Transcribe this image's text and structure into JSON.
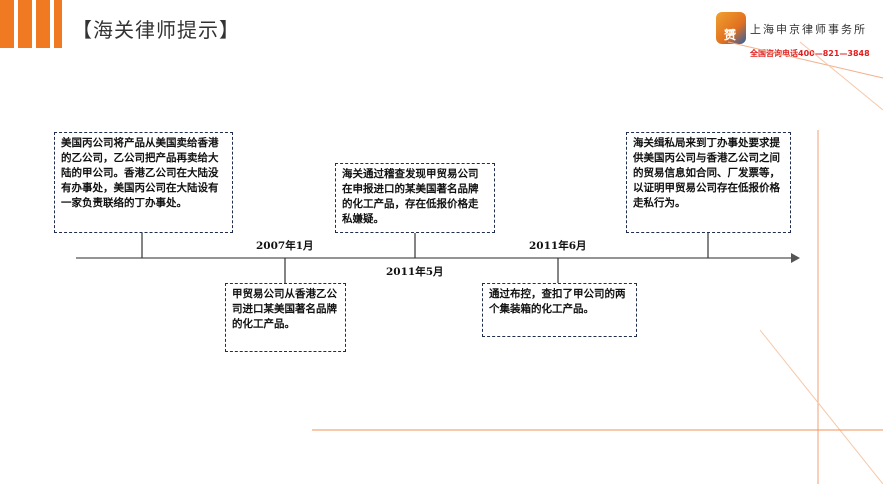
{
  "header": {
    "title": "【海关律师提示】"
  },
  "logo": {
    "mark": "赟",
    "firm_name": "上海申京律师事务所",
    "hotline": "全国咨询电话400—821—3848"
  },
  "colors": {
    "accent": "#f07a22",
    "box_border": "#1f2d4f",
    "hotline": "#e02020"
  },
  "timeline": {
    "dates": [
      "2007年1月",
      "2011年5月",
      "2011年6月"
    ],
    "events": [
      "美国丙公司将产品从美国卖给香港的乙公司，乙公司把产品再卖给大陆的甲公司。香港乙公司在大陆没有办事处，美国丙公司在大陆设有一家负责联络的丁办事处。",
      "甲贸易公司从香港乙公司进口某美国著名品牌的化工产品。",
      "海关通过稽查发现甲贸易公司在申报进口的某美国著名品牌的化工产品，存在低报价格走私嫌疑。",
      "通过布控，查扣了甲公司的两个集装箱的化工产品。",
      "海关缉私局来到丁办事处要求提供美国丙公司与香港乙公司之间的贸易信息如合同、厂发票等，以证明甲贸易公司存在低报价格走私行为。"
    ]
  }
}
